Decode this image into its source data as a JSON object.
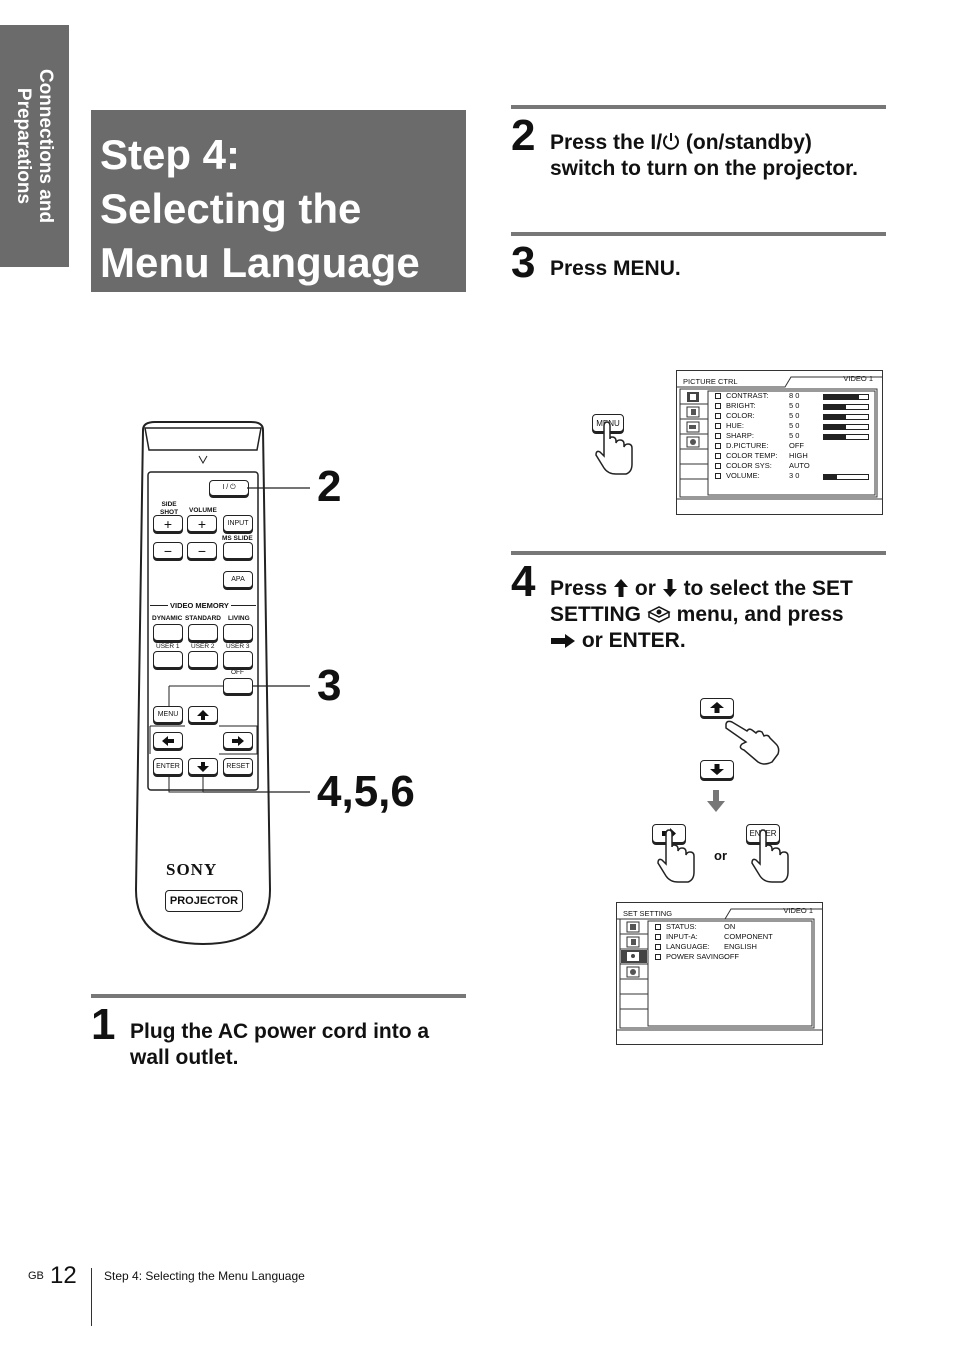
{
  "side_tab": {
    "line1": "Connections and",
    "line2": "Preparations"
  },
  "title": {
    "line1": "Step 4:",
    "line2": "Selecting the",
    "line3": "Menu Language"
  },
  "steps": {
    "s1": {
      "num": "1",
      "line1": "Plug the AC power cord into a",
      "line2": "wall outlet."
    },
    "s2": {
      "num": "2",
      "line1a": "Press the ",
      "line1b": "I/",
      "line1c": " (on/standby)",
      "line2": "switch to turn on the projector."
    },
    "s3": {
      "num": "3",
      "line1": "Press MENU."
    },
    "s4": {
      "num": "4",
      "line1a": "Press ",
      "line1b": " or ",
      "line1c": " to select the SET",
      "line2a": "SETTING ",
      "line2b": " menu, and press",
      "line3": " or ENTER."
    }
  },
  "remote": {
    "power": "I / ⏻",
    "side_shot": "SIDE\nSHOT",
    "volume": "VOLUME",
    "input": "INPUT",
    "ms_slide": "MS SLIDE",
    "apa": "APA",
    "video_memory": "VIDEO MEMORY",
    "dynamic": "DYNAMIC",
    "standard": "STANDARD",
    "living": "LIVING",
    "user1": "USER 1",
    "user2": "USER 2",
    "user3": "USER 3",
    "off": "OFF",
    "menu": "MENU",
    "enter": "ENTER",
    "reset": "RESET",
    "brand": "SONY",
    "projector": "PROJECTOR",
    "callouts": [
      "2",
      "3",
      "4,5,6"
    ]
  },
  "menu_button": "MENU",
  "enter_button": "ENTER",
  "or_label": "or",
  "osd1": {
    "title": "PICTURE CTRL",
    "source": "VIDEO 1",
    "rows": [
      {
        "label": "CONTRAST:",
        "value": "8 0",
        "level": 0.8
      },
      {
        "label": "BRIGHT:",
        "value": "5 0",
        "level": 0.5
      },
      {
        "label": "COLOR:",
        "value": "5 0",
        "level": 0.5
      },
      {
        "label": "HUE:",
        "value": "5 0",
        "level": 0.5
      },
      {
        "label": "SHARP:",
        "value": "5 0",
        "level": 0.5
      },
      {
        "label": "D.PICTURE:",
        "value": "OFF"
      },
      {
        "label": "COLOR TEMP:",
        "value": "HIGH"
      },
      {
        "label": "COLOR SYS:",
        "value": "AUTO"
      },
      {
        "label": "VOLUME:",
        "value": "3 0",
        "level": 0.3
      }
    ]
  },
  "osd2": {
    "title": "SET SETTING",
    "source": "VIDEO 1",
    "rows": [
      {
        "label": "STATUS:",
        "value": "ON"
      },
      {
        "label": "INPUT-A:",
        "value": "COMPONENT"
      },
      {
        "label": "LANGUAGE:",
        "value": "ENGLISH"
      },
      {
        "label": "POWER SAVING:",
        "value": "OFF"
      }
    ]
  },
  "footer": {
    "gb": "GB",
    "page": "12",
    "text": "Step 4: Selecting the Menu Language"
  }
}
